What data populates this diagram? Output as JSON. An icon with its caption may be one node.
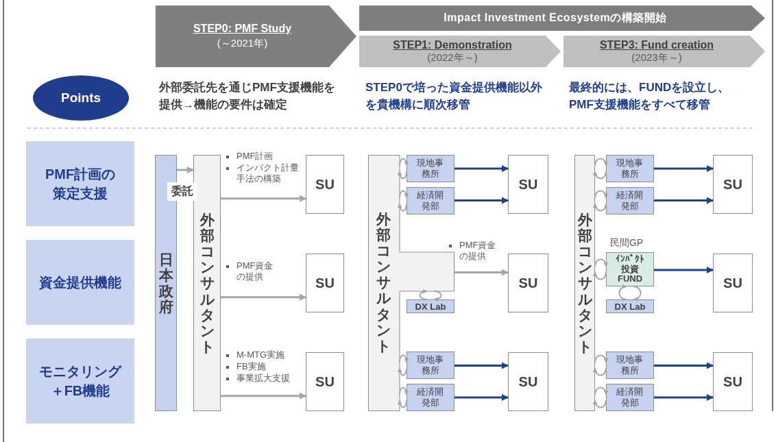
{
  "diagram": {
    "nodes": [
      {
        "text": [
          "STEP0: PMF Study",
          "(～2021年)"
        ]
      },
      {
        "text": [
          "Impact Investment Ecosystemの構築開始"
        ]
      },
      {
        "text": [
          "STEP1: Demonstration",
          "(2022年～)"
        ]
      },
      {
        "text": [
          "STEP3: Fund creation",
          "(2023年～)"
        ]
      },
      {
        "text": [
          "Points"
        ]
      },
      {
        "text": [
          "PMF計画の策定支援"
        ]
      },
      {
        "text": [
          "資金提供機能"
        ]
      },
      {
        "text": [
          "モニタリング＋FB機能"
        ]
      },
      {
        "text": [
          "日本政府"
        ]
      },
      {
        "text": [
          "外部コンサルタント"
        ]
      },
      {
        "text": [
          "SU"
        ]
      },
      {
        "text": [
          "SU"
        ]
      },
      {
        "text": [
          "SU"
        ]
      },
      {
        "text": [
          "外部コンサルタント"
        ]
      },
      {
        "text": [
          "現地事務所"
        ]
      },
      {
        "text": [
          "経済開発部"
        ]
      },
      {
        "text": [
          "DX Lab"
        ]
      },
      {
        "text": [
          "現地事務所"
        ]
      },
      {
        "text": [
          "経済開発部"
        ]
      },
      {
        "text": [
          "SU"
        ]
      },
      {
        "text": [
          "SU"
        ]
      },
      {
        "text": [
          "SU"
        ]
      },
      {
        "text": [
          "外部コンサルタント"
        ]
      },
      {
        "text": [
          "現地事務所"
        ]
      },
      {
        "text": [
          "経済開発部"
        ]
      },
      {
        "text": [
          "ｲﾝﾊﾟｸﾄ投資FUND"
        ],
        "beside": [
          "民間GP"
        ]
      },
      {
        "text": [
          "DX Lab"
        ]
      },
      {
        "text": [
          "現地事務所"
        ]
      },
      {
        "text": [
          "経済開発部"
        ]
      },
      {
        "text": [
          "SU"
        ]
      },
      {
        "text": [
          "SU"
        ]
      },
      {
        "text": [
          "SU"
        ]
      }
    ],
    "edges": [
      {
        "from": 8,
        "to": 9,
        "arrow": "to",
        "label": "委託"
      },
      {
        "from": 9,
        "to": 10,
        "arrow": "to"
      },
      {
        "from": 9,
        "to": 11,
        "arrow": "to"
      },
      {
        "from": 9,
        "to": 12,
        "arrow": "to"
      },
      {
        "from": 13,
        "to": 14,
        "arrow": "to"
      },
      {
        "from": 14,
        "to": 13,
        "arrow": "to"
      },
      {
        "from": 13,
        "to": 15,
        "arrow": "to"
      },
      {
        "from": 15,
        "to": 13,
        "arrow": "to"
      },
      {
        "from": 13,
        "to": 16,
        "arrow": "to"
      },
      {
        "from": 16,
        "to": 13,
        "arrow": "to"
      },
      {
        "from": 13,
        "to": 17,
        "arrow": "to"
      },
      {
        "from": 17,
        "to": 13,
        "arrow": "to"
      },
      {
        "from": 13,
        "to": 18,
        "arrow": "to"
      },
      {
        "from": 18,
        "to": 13,
        "arrow": "to"
      },
      {
        "from": 14,
        "to": 19,
        "arrow": "to",
        "color": "#1f3f8f"
      },
      {
        "from": 15,
        "to": 19,
        "arrow": "to",
        "color": "#1f3f8f"
      },
      {
        "from": 13,
        "to": 20,
        "arrow": "to"
      },
      {
        "from": 17,
        "to": 21,
        "arrow": "to",
        "color": "#1f3f8f"
      },
      {
        "from": 18,
        "to": 21,
        "arrow": "to",
        "color": "#1f3f8f"
      },
      {
        "from": 22,
        "to": 23,
        "arrow": "to"
      },
      {
        "from": 23,
        "to": 22,
        "arrow": "to"
      },
      {
        "from": 22,
        "to": 24,
        "arrow": "to"
      },
      {
        "from": 24,
        "to": 22,
        "arrow": "to"
      },
      {
        "from": 22,
        "to": 25,
        "arrow": "to"
      },
      {
        "from": 25,
        "to": 22,
        "arrow": "to"
      },
      {
        "from": 25,
        "to": 26,
        "arrow": "to"
      },
      {
        "from": 26,
        "to": 25,
        "arrow": "to"
      },
      {
        "from": 22,
        "to": 27,
        "arrow": "to"
      },
      {
        "from": 27,
        "to": 22,
        "arrow": "to"
      },
      {
        "from": 22,
        "to": 28,
        "arrow": "to"
      },
      {
        "from": 28,
        "to": 22,
        "arrow": "to"
      },
      {
        "from": 23,
        "to": 29,
        "arrow": "to",
        "color": "#1f3f8f"
      },
      {
        "from": 24,
        "to": 29,
        "arrow": "to",
        "color": "#1f3f8f"
      },
      {
        "from": 25,
        "to": 30,
        "arrow": "to",
        "color": "#1f3f8f"
      },
      {
        "from": 27,
        "to": 31,
        "arrow": "to",
        "color": "#1f3f8f"
      },
      {
        "from": 28,
        "to": 31,
        "arrow": "to",
        "color": "#1f3f8f"
      }
    ],
    "labels": [
      "外部委託先を通じPMF支援機能を提供→機能の要件は確定",
      "STEP0で培った資金提供機能以外を貴機構に順次移管",
      "最終的には、FUNDを設立し、PMF支援機能をすべて移管",
      "PMF計画",
      "インパクト計量手法の構築",
      "PMF資金の提供",
      "M-MTG実施",
      "FB実施",
      "事業拡大支援",
      "PMF資金の提供"
    ]
  }
}
